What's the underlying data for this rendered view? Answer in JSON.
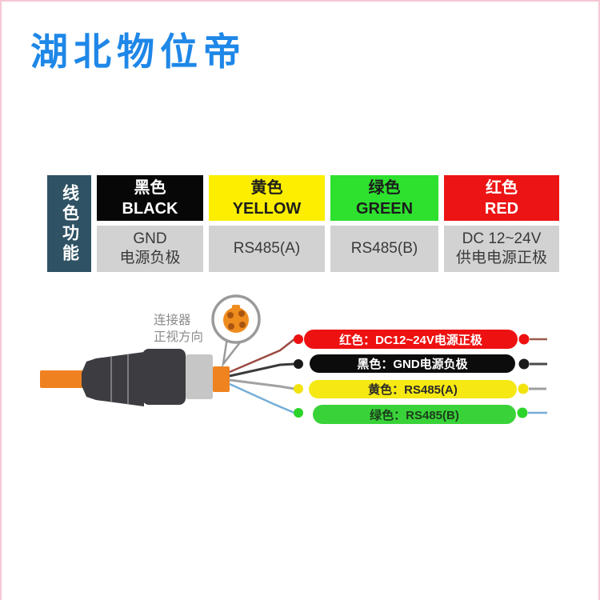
{
  "brand": {
    "name": "湖北物位帝",
    "color": "#1e87e8"
  },
  "table": {
    "corner_label": "线色功能",
    "header": [
      {
        "cn": "黑色",
        "en": "BLACK",
        "bg": "#070707"
      },
      {
        "cn": "黄色",
        "en": "YELLOW",
        "bg": "#fdee00"
      },
      {
        "cn": "绿色",
        "en": "GREEN",
        "bg": "#2ee12e"
      },
      {
        "cn": "红色",
        "en": "RED",
        "bg": "#ec1414"
      }
    ],
    "functions": [
      {
        "line1": "GND",
        "line2": "电源负极"
      },
      {
        "line1": "RS485(A)",
        "line2": ""
      },
      {
        "line1": "RS485(B)",
        "line2": ""
      },
      {
        "line1": "DC 12~24V",
        "line2": "供电电源正极"
      }
    ],
    "colors": {
      "corner_bg": "#2f5264",
      "function_bg": "#d2d2d2"
    }
  },
  "diagram": {
    "magnifier_label_line1": "连接器",
    "magnifier_label_line2": "正视方向",
    "wire_tags": [
      {
        "text": "红色：DC12~24V电源正极",
        "bg": "#ee1111",
        "fg": "#ffffff",
        "lead_color": "#9c4b43"
      },
      {
        "text": "黑色：GND电源负极",
        "bg": "#0c0c0c",
        "fg": "#ffffff",
        "lead_color": "#3b3b3b"
      },
      {
        "text": "黄色：RS485(A)",
        "bg": "#f6e812",
        "fg": "#2a2a2a",
        "lead_color": "#a2a2a2"
      },
      {
        "text": "绿色：RS485(B)",
        "bg": "#39d339",
        "fg": "#1c3e1c",
        "lead_color": "#74aed8"
      }
    ],
    "cable_color": "#f08121",
    "plug_body_color": "#3c3c41",
    "nut_color": "#c6c6c6",
    "connector_face_color": "#ef8c1e",
    "pin_color": "#a85512"
  }
}
